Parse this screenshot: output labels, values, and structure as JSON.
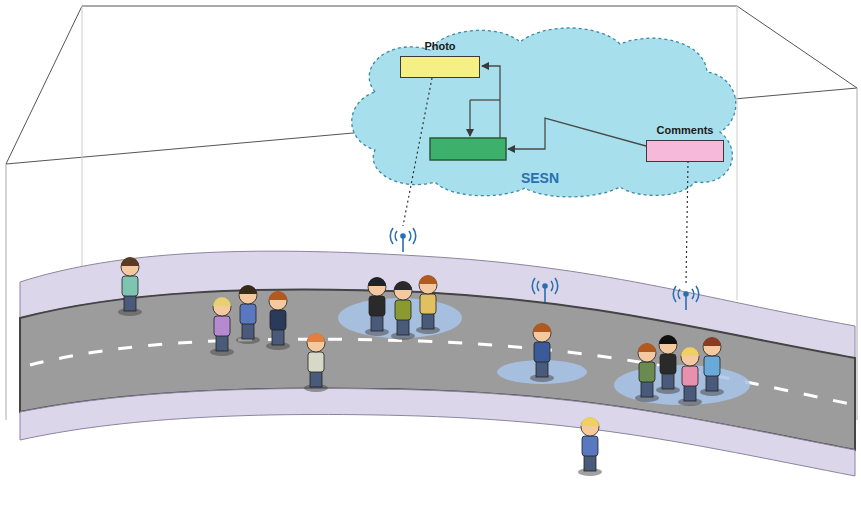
{
  "diagram": {
    "nodes": [
      {
        "text": [
          "SESN"
        ]
      },
      {
        "text": [
          "Photo"
        ],
        "in": 0
      },
      {
        "text": [
          "Comments"
        ],
        "in": 0
      }
    ]
  }
}
